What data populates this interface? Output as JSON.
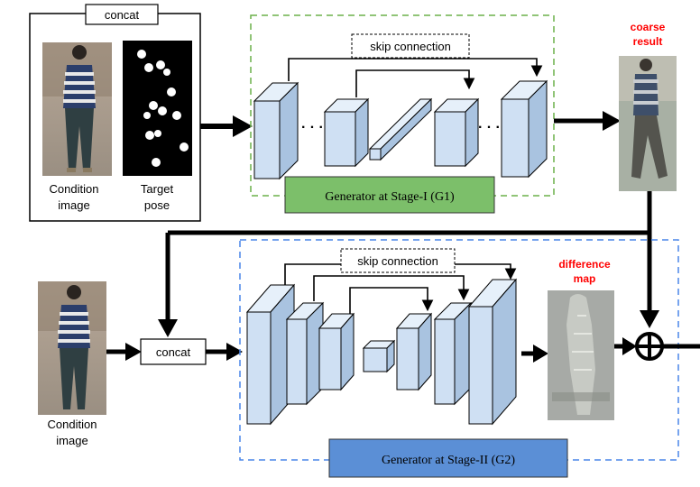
{
  "stage1": {
    "concat_label": "concat",
    "condition_label": [
      "Condition",
      "image"
    ],
    "target_pose_label": [
      "Target",
      "pose"
    ],
    "skip_label": "skip connection",
    "generator_label": "Generator at Stage-I (G1)",
    "ellipsis": "· · ·",
    "coarse_label": [
      "coarse",
      "result"
    ]
  },
  "stage2": {
    "concat_label": "concat",
    "condition_label": [
      "Condition",
      "image"
    ],
    "skip_label": "skip connection",
    "generator_label": "Generator at Stage-II (G2)",
    "difference_label": [
      "difference",
      "map"
    ]
  },
  "colors": {
    "green_dash": "#6bb04a",
    "blue_dash": "#4a86e8",
    "g1_box": "#7cbf6a",
    "g2_box": "#5b8fd6",
    "block_face": "#cfe0f3",
    "block_top": "#e6f0fa",
    "block_side": "#a9c3e0",
    "red_text": "#ff0000"
  },
  "icons": {
    "sum": "plus-circle-icon"
  }
}
